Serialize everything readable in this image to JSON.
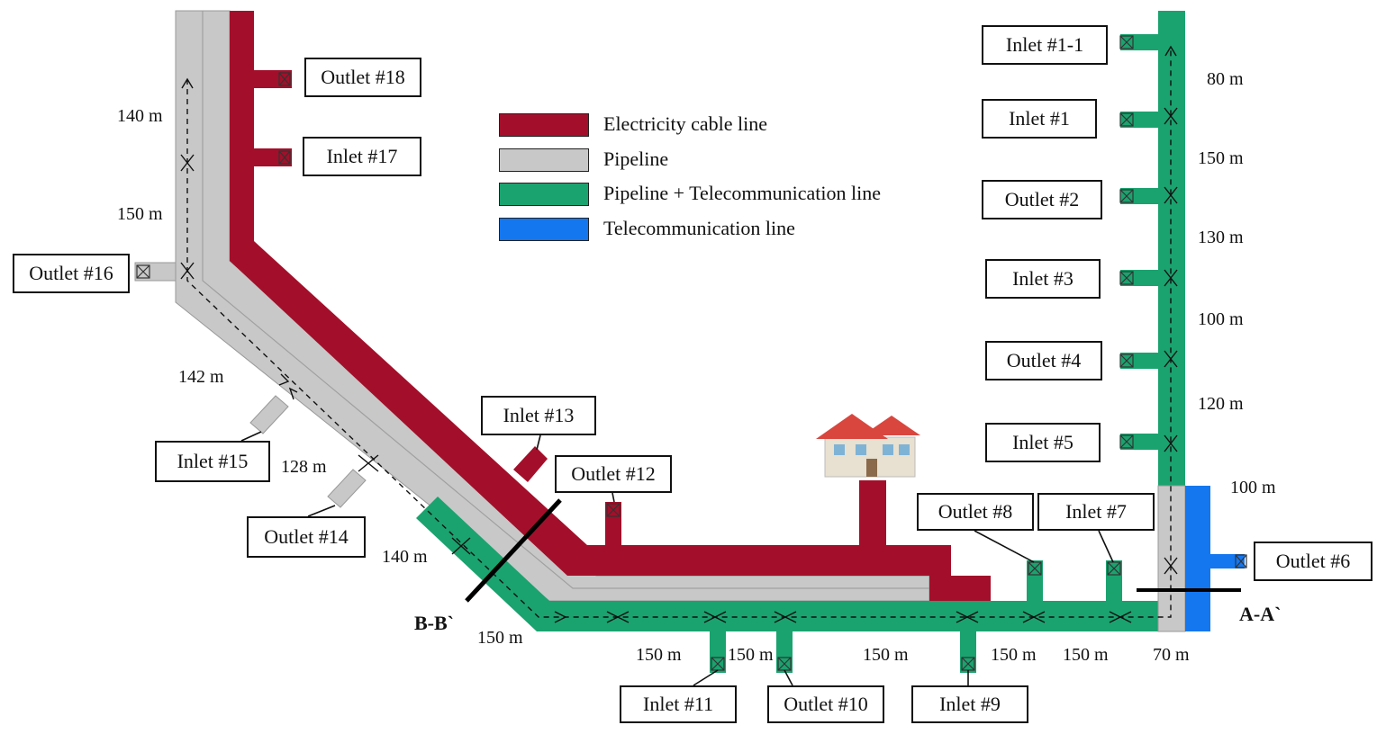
{
  "colors": {
    "electricity": "#a30f2a",
    "pipeline": "#c8c8c8",
    "pipeline_telecom": "#1aa36f",
    "telecom": "#1477f0"
  },
  "legend": [
    {
      "label": "Electricity cable line",
      "color": "#a30f2a"
    },
    {
      "label": "Pipeline",
      "color": "#c8c8c8"
    },
    {
      "label": "Pipeline + Telecommunication line",
      "color": "#1aa36f"
    },
    {
      "label": "Telecommunication line",
      "color": "#1477f0"
    }
  ],
  "labels": {
    "inlet_1_1": "Inlet #1-1",
    "inlet_1": "Inlet #1",
    "outlet_2": "Outlet #2",
    "inlet_3": "Inlet #3",
    "outlet_4": "Outlet #4",
    "inlet_5": "Inlet #5",
    "outlet_6": "Outlet #6",
    "inlet_7": "Inlet #7",
    "outlet_8": "Outlet #8",
    "inlet_9": "Inlet #9",
    "outlet_10": "Outlet #10",
    "inlet_11": "Inlet #11",
    "outlet_12": "Outlet #12",
    "inlet_13": "Inlet #13",
    "outlet_14": "Outlet #14",
    "inlet_15": "Inlet #15",
    "outlet_16": "Outlet #16",
    "inlet_17": "Inlet #17",
    "outlet_18": "Outlet #18"
  },
  "distances": {
    "d_80": "80 m",
    "d_150_r1": "150 m",
    "d_130": "130 m",
    "d_100_r": "100 m",
    "d_120": "120 m",
    "d_100_r2": "100 m",
    "d_140_top": "140 m",
    "d_150_left": "150 m",
    "d_142": "142 m",
    "d_128": "128 m",
    "d_140_low": "140 m",
    "d_150_corner": "150 m",
    "d_150_b1": "150 m",
    "d_150_b2": "150 m",
    "d_150_b3": "150 m",
    "d_150_b4": "150 m",
    "d_150_b5": "150 m",
    "d_70": "70 m"
  },
  "sections": {
    "aa": "A-A`",
    "bb": "B-B`"
  }
}
